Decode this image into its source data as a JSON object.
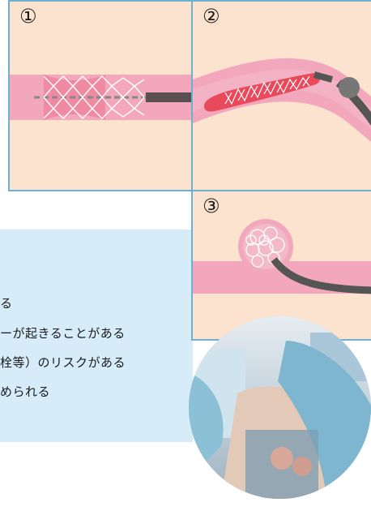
{
  "panels": [
    {
      "number": "①"
    },
    {
      "number": "②"
    },
    {
      "number": "③"
    }
  ],
  "notes": {
    "lines": [
      "る",
      "ーが起きることがある",
      "栓等）のリスクがある",
      "められる"
    ]
  },
  "colors": {
    "panel_bg": "#fbe3cf",
    "panel_border": "#6fb0d0",
    "vessel": "#f2a7bd",
    "catheter": "#555555",
    "stent_red": "#e84a5c",
    "note_bg": "#d6ecf8"
  },
  "photo": {
    "icon": "medical-procedure-photo"
  }
}
